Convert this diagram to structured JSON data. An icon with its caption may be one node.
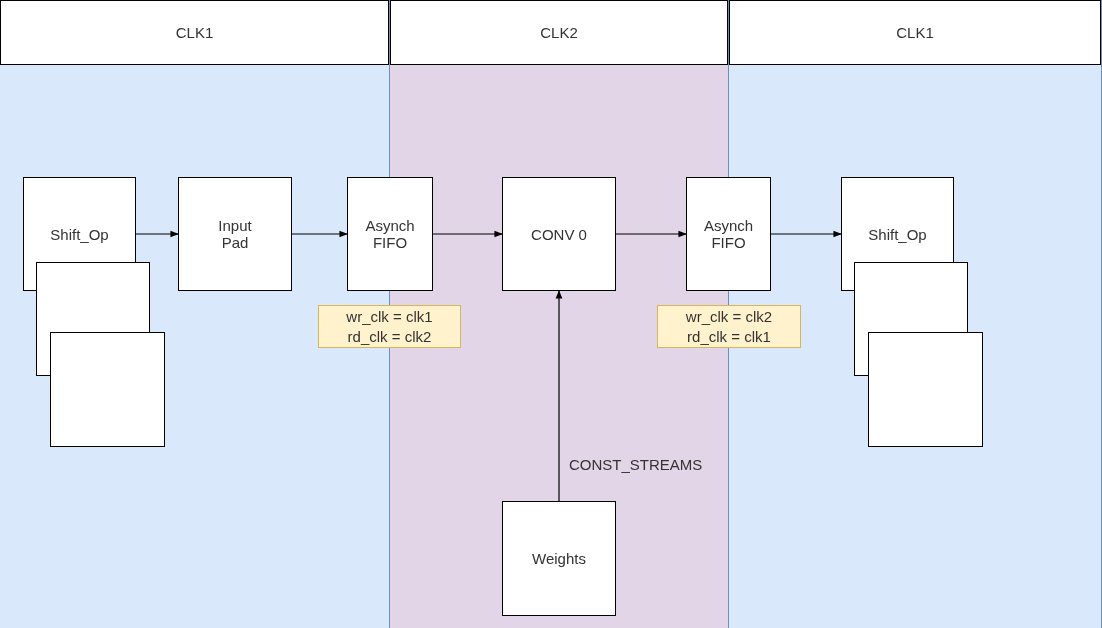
{
  "diagram": {
    "nodes": [
      {
        "text": [
          "CLK1"
        ]
      },
      {
        "text": [
          "CLK2"
        ]
      },
      {
        "text": [
          "CLK1"
        ]
      },
      {
        "text": [
          "Shift_Op"
        ],
        "in": 0
      },
      {
        "text": [
          "Input Pad"
        ],
        "in": 0
      },
      {
        "text": [
          "Asynch FIFO"
        ]
      },
      {
        "text": [
          "wr_clk = clk1 rd_clk = clk2"
        ]
      },
      {
        "text": [
          "CONV 0"
        ],
        "in": 1
      },
      {
        "text": [
          "Weights"
        ],
        "in": 1
      },
      {
        "text": [
          "Asynch FIFO"
        ]
      },
      {
        "text": [
          "wr_clk = clk2 rd_clk = clk1"
        ]
      },
      {
        "text": [
          "Shift_Op"
        ],
        "in": 2
      }
    ],
    "edges": [
      {
        "from": 3,
        "to": 4,
        "arrow": "to"
      },
      {
        "from": 4,
        "to": 5,
        "arrow": "to"
      },
      {
        "from": 5,
        "to": 7,
        "arrow": "to"
      },
      {
        "from": 7,
        "to": 9,
        "arrow": "to"
      },
      {
        "from": 9,
        "to": 11,
        "arrow": "to"
      },
      {
        "from": 8,
        "to": 7,
        "arrow": "to",
        "label": "CONST_STREAMS"
      }
    ]
  }
}
